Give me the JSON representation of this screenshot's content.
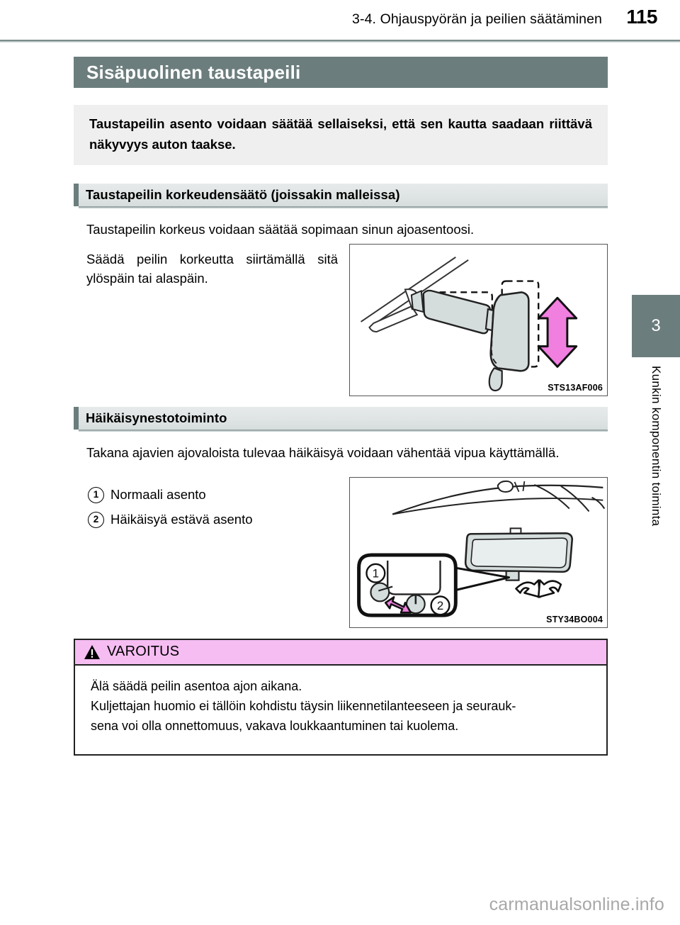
{
  "header": {
    "breadcrumb": "3-4. Ohjauspyörän ja peilien säätäminen",
    "page_number": "115"
  },
  "section": {
    "title": "Sisäpuolinen taustapeili",
    "intro": "Taustapeilin asento voidaan säätää sellaiseksi, että sen kautta saadaan riittävä näkyvyys auton taakse."
  },
  "subsections": [
    {
      "heading": "Taustapeilin korkeudensäätö (joissakin malleissa)",
      "paragraph_1": "Taustapeilin korkeus voidaan säätää sopimaan sinun ajoasentoosi.",
      "paragraph_2": "Säädä peilin korkeutta siirtämällä sitä ylöspäin tai alaspäin.",
      "figure_caption": "STS13AF006"
    },
    {
      "heading": "Häikäisynestotoiminto",
      "paragraph_1": "Takana ajavien ajovaloista tulevaa häikäisyä voidaan vähentää vipua käyttämällä.",
      "items": [
        {
          "num": "1",
          "label": "Normaali asento"
        },
        {
          "num": "2",
          "label": "Häikäisyä estävä asento"
        }
      ],
      "figure_caption": "STY34BO004"
    }
  ],
  "warning": {
    "label": "VAROITUS",
    "icon": "warning-triangle-icon",
    "line_1": "Älä säädä peilin asentoa ajon aikana.",
    "line_2": "Kuljettajan huomio ei tällöin kohdistu täysin liikennetilanteeseen ja seurauk-",
    "line_3": "sena voi olla onnettomuus, vakava loukkaantuminen tai kuolema."
  },
  "chapter_tab": {
    "number": "3",
    "label": "Kunkin komponentin toiminta"
  },
  "footer": {
    "watermark": "carmanualsonline.info"
  },
  "colors": {
    "band": "#6c7d7d",
    "intro_bg": "#efefef",
    "subheader_bg": "#e2e7e7",
    "warning_bg": "#f5bdf2",
    "arrow_pink": "#f07fe0",
    "fill_gray": "#d5dcdc"
  }
}
